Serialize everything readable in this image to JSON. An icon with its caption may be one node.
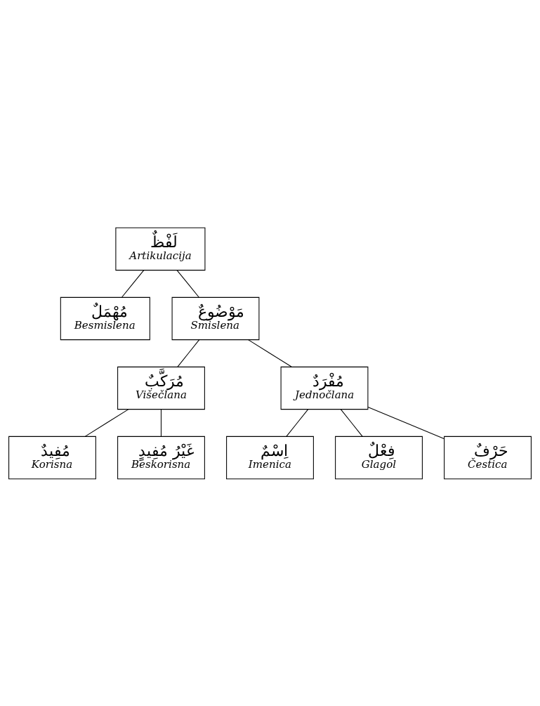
{
  "diagram": {
    "nodes": [
      {
        "text": [
          "لَفْظٌ",
          "Artikulacija"
        ]
      },
      {
        "text": [
          "مُهْمَلٌ",
          "Besmislena"
        ]
      },
      {
        "text": [
          "مَوْضُوعٌ",
          "Smislena"
        ]
      },
      {
        "text": [
          "مُرَكَّبٌ",
          "Višečlana"
        ]
      },
      {
        "text": [
          "مُفْرَدٌ",
          "Jednočlana"
        ]
      },
      {
        "text": [
          "مُفِيدٌ",
          "Korisna"
        ]
      },
      {
        "text": [
          "غَيْرُ مُفِيدٍ",
          "Beskorisna"
        ]
      },
      {
        "text": [
          "اِسْمٌ",
          "Imenica"
        ]
      },
      {
        "text": [
          "فِعْلٌ",
          "Glagol"
        ]
      },
      {
        "text": [
          "حَرْفٌ",
          "Čestica"
        ]
      }
    ],
    "edges": [
      {
        "from": 0,
        "to": 1,
        "arrow": "none"
      },
      {
        "from": 0,
        "to": 2,
        "arrow": "none"
      },
      {
        "from": 2,
        "to": 3,
        "arrow": "none"
      },
      {
        "from": 2,
        "to": 4,
        "arrow": "none"
      },
      {
        "from": 3,
        "to": 5,
        "arrow": "none"
      },
      {
        "from": 3,
        "to": 6,
        "arrow": "none"
      },
      {
        "from": 4,
        "to": 7,
        "arrow": "none"
      },
      {
        "from": 4,
        "to": 8,
        "arrow": "none"
      },
      {
        "from": 4,
        "to": 9,
        "arrow": "none"
      }
    ]
  }
}
